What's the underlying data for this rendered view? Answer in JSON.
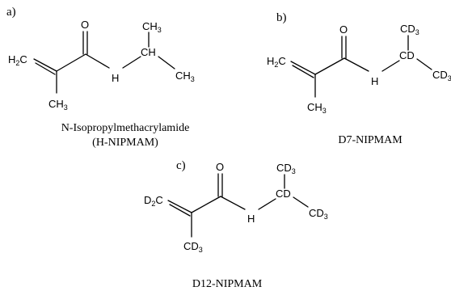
{
  "panels": [
    {
      "label": "a)",
      "caption_lines": [
        "N-Isopropylmethacrylamide",
        "(H-NIPMAM)"
      ],
      "atoms": {
        "methylene": {
          "main": "H",
          "sub": "2",
          "tail": "C"
        },
        "oxygen": "O",
        "nh": "H",
        "ch": "CH",
        "methyl_top": {
          "main": "CH",
          "sub": "3"
        },
        "methyl_right": {
          "main": "CH",
          "sub": "3"
        },
        "methyl_bottom": {
          "main": "CH",
          "sub": "3"
        }
      }
    },
    {
      "label": "b)",
      "caption_lines": [
        "D7-NIPMAM"
      ],
      "atoms": {
        "methylene": {
          "main": "H",
          "sub": "2",
          "tail": "C"
        },
        "oxygen": "O",
        "nh": "H",
        "cd": "CD",
        "methyl_top": {
          "main": "CD",
          "sub": "3"
        },
        "methyl_right": {
          "main": "CD",
          "sub": "3"
        },
        "methyl_bottom": {
          "main": "CH",
          "sub": "3"
        }
      }
    },
    {
      "label": "c)",
      "caption_lines": [
        "D12-NIPMAM"
      ],
      "atoms": {
        "methylene": {
          "main": "D",
          "sub": "2",
          "tail": "C"
        },
        "oxygen": "O",
        "nh": "H",
        "cd": "CD",
        "methyl_top": {
          "main": "CD",
          "sub": "3"
        },
        "methyl_right": {
          "main": "CD",
          "sub": "3"
        },
        "methyl_bottom": {
          "main": "CD",
          "sub": "3"
        }
      }
    }
  ]
}
